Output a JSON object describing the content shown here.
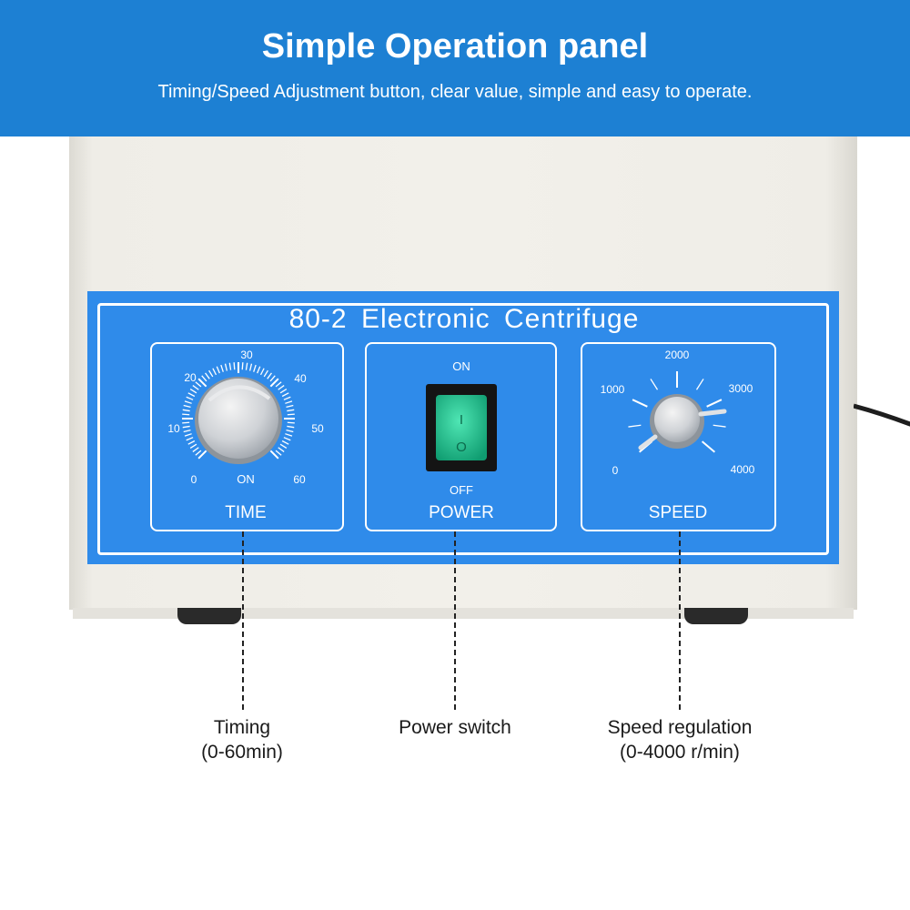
{
  "banner": {
    "title": "Simple Operation panel",
    "subtitle": "Timing/Speed Adjustment button, clear value, simple and easy to operate."
  },
  "panel": {
    "title": "80-2 Electronic Centrifuge",
    "time": {
      "label": "TIME",
      "scale": [
        "0",
        "10",
        "20",
        "30",
        "40",
        "50",
        "60"
      ],
      "on_label": "ON"
    },
    "power": {
      "label": "POWER",
      "on_label": "ON",
      "off_label": "OFF",
      "switch_on_symbol": "I",
      "switch_off_symbol": "O",
      "switch_color": "#1dbf8f"
    },
    "speed": {
      "label": "SPEED",
      "scale": [
        "0",
        "1000",
        "2000",
        "3000",
        "4000"
      ]
    },
    "color": "#2f8bea"
  },
  "callouts": [
    {
      "line1": "Timing",
      "line2": "(0-60min)"
    },
    {
      "line1": "Power switch",
      "line2": ""
    },
    {
      "line1": "Speed regulation",
      "line2": "(0-4000 r/min)"
    }
  ],
  "banner_color": "#1d80d3"
}
